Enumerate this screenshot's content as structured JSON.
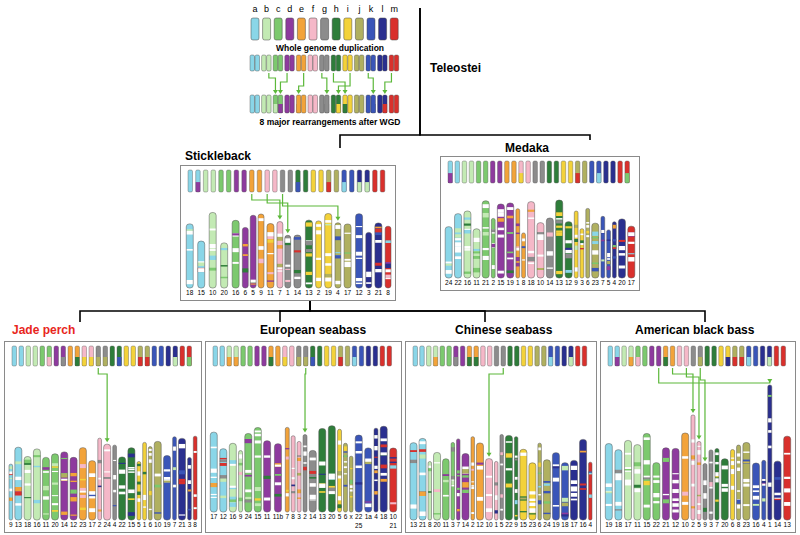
{
  "diagram": {
    "nodes": [
      {
        "text": [
          "Whole genome duplication",
          "8 major rearrangements after WGD"
        ]
      },
      {
        "text": [
          "Stickleback"
        ]
      },
      {
        "text": [
          "Medaka"
        ]
      },
      {
        "text": [
          "Jade perch"
        ]
      },
      {
        "text": [
          "European seabass"
        ]
      },
      {
        "text": [
          "Chinese seabass"
        ]
      },
      {
        "text": [
          "American black bass"
        ]
      }
    ],
    "edges": [
      {
        "from": 0,
        "to": 1,
        "arrow": "none"
      },
      {
        "from": 0,
        "to": 2,
        "arrow": "none"
      },
      {
        "from": 1,
        "to": 3,
        "arrow": "none"
      },
      {
        "from": 1,
        "to": 4,
        "arrow": "none"
      },
      {
        "from": 1,
        "to": 5,
        "arrow": "none"
      },
      {
        "from": 1,
        "to": 6,
        "arrow": "none"
      }
    ],
    "labels": [
      "a",
      "b",
      "c",
      "d",
      "e",
      "f",
      "g",
      "h",
      "i",
      "j",
      "k",
      "l",
      "m",
      "Teleostei",
      "18",
      "15",
      "10",
      "20",
      "16",
      "6",
      "5",
      "9",
      "11",
      "7",
      "1",
      "14",
      "13",
      "2",
      "19",
      "4",
      "17",
      "12",
      "3",
      "21",
      "8",
      "24",
      "22",
      "16",
      "11",
      "21",
      "2",
      "15",
      "19",
      "1",
      "8",
      "18",
      "10",
      "14",
      "13",
      "12",
      "9",
      "3",
      "6",
      "23",
      "7",
      "5",
      "4",
      "20",
      "17",
      "9",
      "13",
      "18",
      "16",
      "11",
      "20",
      "14",
      "12",
      "23",
      "17",
      "2",
      "24",
      "4",
      "22",
      "15",
      "5",
      "1",
      "6",
      "10",
      "19",
      "7",
      "21",
      "3",
      "8",
      "17",
      "12",
      "16",
      "9",
      "24",
      "15",
      "11",
      "11b",
      "7",
      "8",
      "3",
      "2",
      "14",
      "13",
      "20",
      "5",
      "6",
      "x",
      "22",
      "1a",
      "4",
      "18",
      "10",
      "25",
      "21",
      "13",
      "21",
      "8",
      "20",
      "11",
      "3",
      "7",
      "14",
      "2",
      "12",
      "10",
      "1",
      "5",
      "22",
      "9",
      "15",
      "23",
      "6",
      "24",
      "19",
      "18",
      "17",
      "16",
      "4",
      "19",
      "18",
      "17",
      "11",
      "15",
      "22",
      "21",
      "12",
      "10",
      "2",
      "5",
      "9",
      "3",
      "7",
      "20",
      "6",
      "8",
      "23",
      "16",
      "4",
      "1",
      "14",
      "13"
    ]
  }
}
